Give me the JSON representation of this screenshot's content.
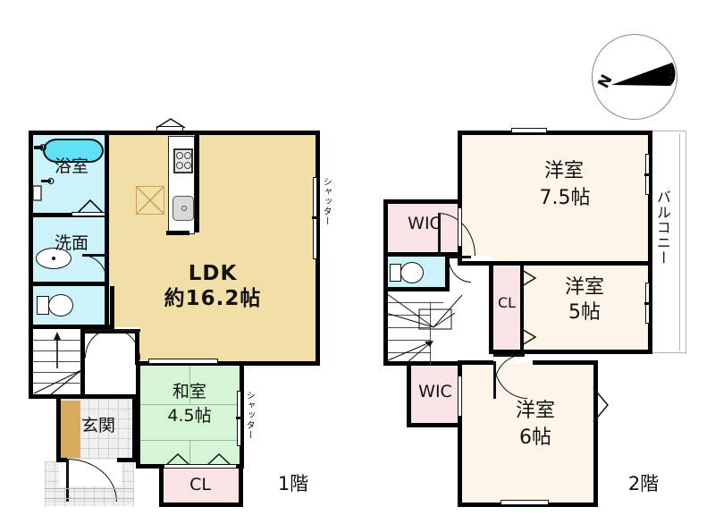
{
  "document": {
    "type": "floor-plan",
    "title": "",
    "background_color": "#ffffff"
  },
  "compass": {
    "name": "north-arrow",
    "letter": "N",
    "direction_degrees": 72,
    "circle_color": "#888888",
    "arrow_color": "#000000"
  },
  "floors": [
    {
      "id": "floor1",
      "label": "1階",
      "rooms": [
        {
          "key": "bath",
          "label": "浴室",
          "area": "",
          "color": "#ccf2fa"
        },
        {
          "key": "washroom",
          "label": "洗面",
          "area": "",
          "color": "#ccf2fa"
        },
        {
          "key": "toilet1",
          "label": "",
          "area": "",
          "color": "#ccf2fa"
        },
        {
          "key": "ldk",
          "label": "LDK",
          "area": "約16.2帖",
          "color": "#f2dfa8"
        },
        {
          "key": "washitsu",
          "label": "和室",
          "area": "4.5帖",
          "color": "#d6f5d6"
        },
        {
          "key": "closet1",
          "label": "CL",
          "area": "",
          "color": "#fbe4e6"
        },
        {
          "key": "genkan",
          "label": "玄関",
          "area": "",
          "color": "#f0f0f0"
        }
      ],
      "annotations": [
        {
          "key": "shutter-ldk",
          "label": "シャッター",
          "orientation": "vertical"
        },
        {
          "key": "shutter-washitsu",
          "label": "シャッター",
          "orientation": "vertical"
        }
      ],
      "fixtures": [
        {
          "key": "bathtub",
          "name": "bathtub"
        },
        {
          "key": "vanity-sink",
          "name": "washbasin"
        },
        {
          "key": "toilet",
          "name": "toilet"
        },
        {
          "key": "kitchen-stove",
          "name": "stove"
        },
        {
          "key": "kitchen-sink",
          "name": "sink"
        },
        {
          "key": "staircase",
          "name": "staircase-up"
        }
      ]
    },
    {
      "id": "floor2",
      "label": "2階",
      "rooms": [
        {
          "key": "western1",
          "label": "洋室",
          "area": "7.5帖",
          "color": "#fdf6e8"
        },
        {
          "key": "western2",
          "label": "洋室",
          "area": "5帖",
          "color": "#fdf6e8"
        },
        {
          "key": "western3",
          "label": "洋室",
          "area": "6帖",
          "color": "#fdf6e8"
        },
        {
          "key": "wic-top",
          "label": "WIC",
          "area": "",
          "color": "#fbe4e6"
        },
        {
          "key": "wic-bot",
          "label": "WIC",
          "area": "",
          "color": "#fbe4e6"
        },
        {
          "key": "closet2",
          "label": "CL",
          "area": "",
          "color": "#fbe4e6"
        },
        {
          "key": "toilet2",
          "label": "",
          "area": "",
          "color": "#ccf2fa"
        }
      ],
      "annotations": [
        {
          "key": "balcony",
          "label": "バルコニー",
          "orientation": "vertical"
        }
      ],
      "fixtures": [
        {
          "key": "toilet",
          "name": "toilet"
        },
        {
          "key": "staircase",
          "name": "staircase-down"
        }
      ]
    }
  ],
  "palette": {
    "wall": "#000000",
    "ldk": "#f2dfa8",
    "tatami": "#d6f5d6",
    "closet": "#fbe4e6",
    "water": "#ccf2fa",
    "western": "#fdf6e8",
    "genkan_tile": "#f0f0f0",
    "wood_step": "#d9ab5f",
    "bathtub": "#5fe0f5"
  }
}
